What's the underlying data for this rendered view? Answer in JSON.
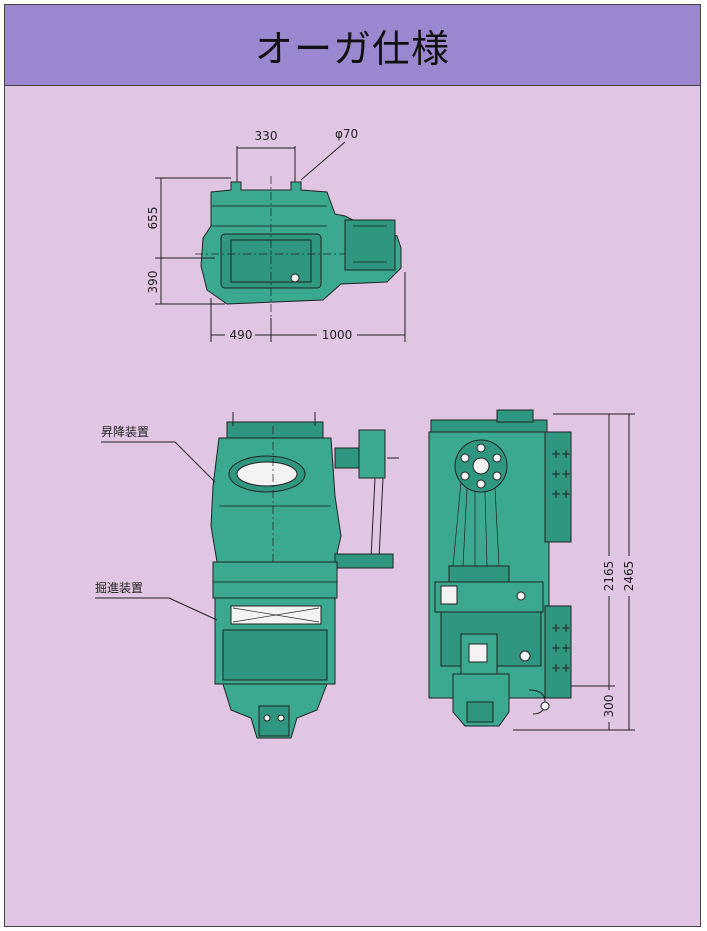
{
  "title": "オーガ仕様",
  "top_view": {
    "dims": {
      "width_top": "330",
      "diameter": "φ70",
      "height_upper": "655",
      "height_lower": "390",
      "width_left": "490",
      "width_right": "1000"
    }
  },
  "front_view": {
    "labels": {
      "lifting_device": "昇降装置",
      "excavating_device": "掘進装置"
    }
  },
  "side_view": {
    "dims": {
      "height_main": "2165",
      "height_total": "2465",
      "height_bottom": "300"
    }
  },
  "colors": {
    "header_bg": "#9a87cf",
    "panel_bg": "#e0c6e2",
    "machine_green": "#3aa98f"
  }
}
